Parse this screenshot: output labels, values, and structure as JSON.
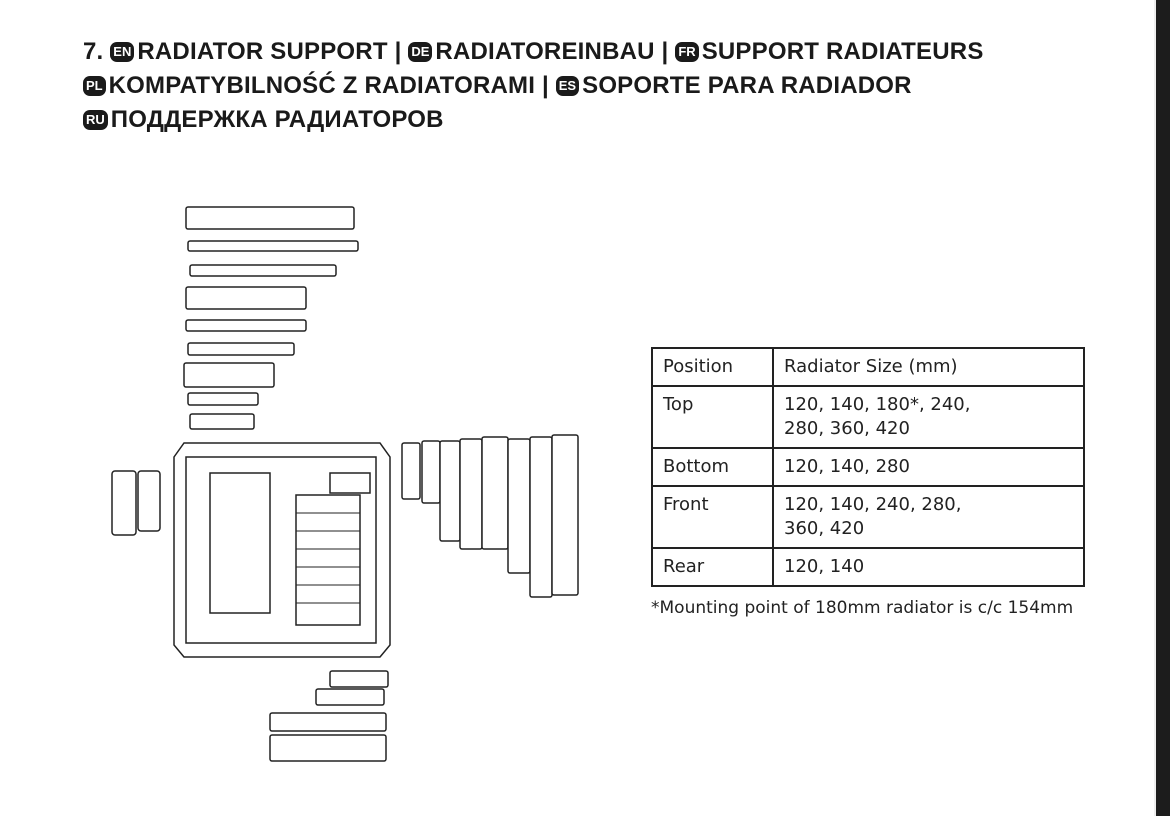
{
  "title": {
    "number": "7.",
    "entries": [
      {
        "lang": "EN",
        "text": "RADIATOR SUPPORT"
      },
      {
        "lang": "DE",
        "text": "RADIATOREINBAU"
      },
      {
        "lang": "FR",
        "text": "SUPPORT RADIATEURS"
      },
      {
        "lang": "PL",
        "text": "KOMPATYBILNOŚĆ Z RADIATORAMI"
      },
      {
        "lang": "ES",
        "text": "SOPORTE PARA RADIADOR"
      },
      {
        "lang": "RU",
        "text": "ПОДДЕРЖКА РАДИАТОРОВ"
      }
    ],
    "separator": "|"
  },
  "table": {
    "headers": [
      "Position",
      "Radiator Size (mm)"
    ],
    "rows": [
      {
        "position": "Top",
        "sizes_l1": "120, 140, 180*, 240,",
        "sizes_l2": "280, 360, 420"
      },
      {
        "position": "Bottom",
        "sizes_l1": "120, 140, 280",
        "sizes_l2": ""
      },
      {
        "position": "Front",
        "sizes_l1": "120, 140, 240, 280,",
        "sizes_l2": "360, 420"
      },
      {
        "position": "Rear",
        "sizes_l1": "120, 140",
        "sizes_l2": ""
      }
    ]
  },
  "note": "*Mounting point of 180mm radiator is c/c 154mm"
}
